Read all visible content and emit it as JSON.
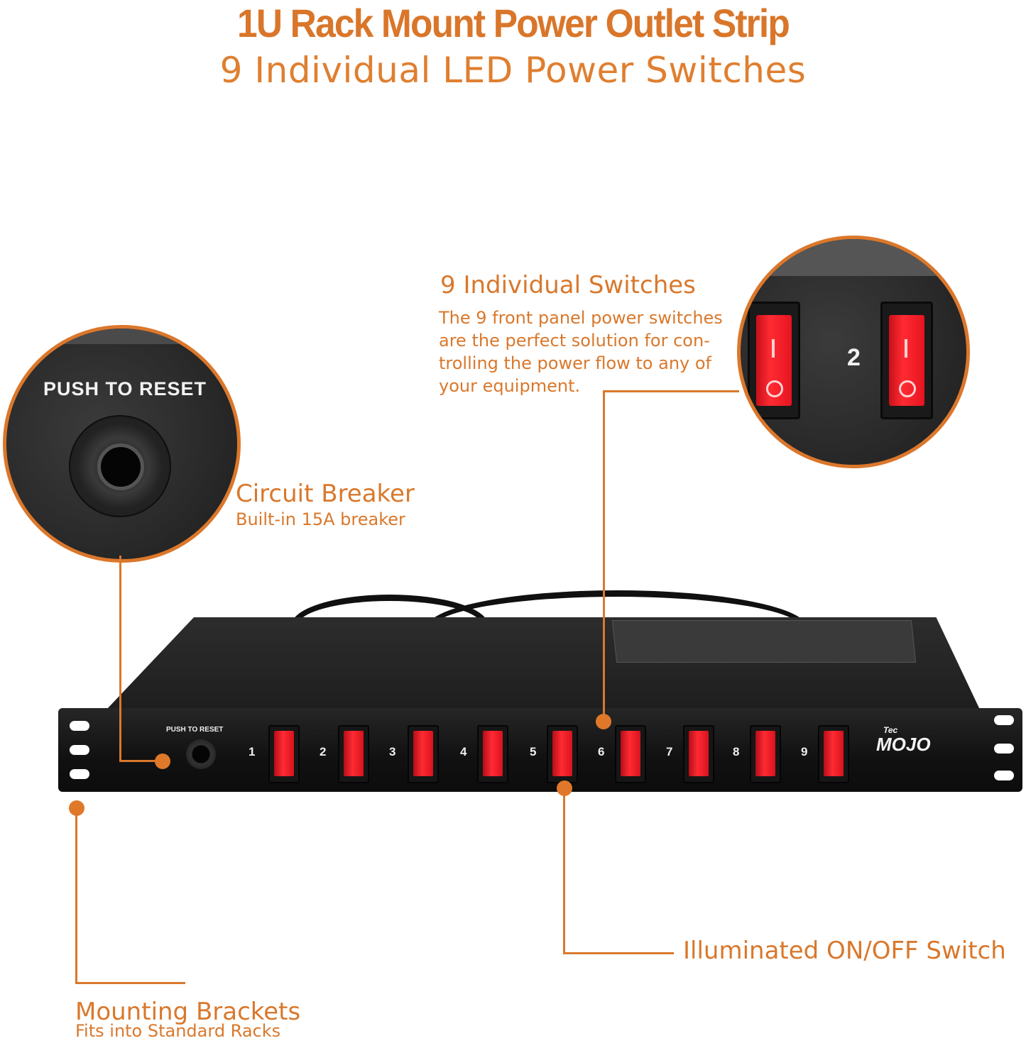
{
  "header": {
    "title": "1U Rack Mount Power Outlet Strip",
    "subtitle": "9 Individual LED Power Switches"
  },
  "callouts": {
    "switches": {
      "heading": "9 Individual Switches",
      "description": "The 9 front panel power switches are the perfect solution for con-trolling the power flow to any of your equipment."
    },
    "breaker": {
      "heading": "Circuit Breaker",
      "description": "Built-in 15A breaker"
    },
    "illuminated": {
      "heading": "Illuminated ON/OFF Switch"
    },
    "brackets": {
      "heading": "Mounting Brackets",
      "description": "Fits into Standard Racks"
    }
  },
  "zoom_reset": {
    "label": "PUSH TO RESET"
  },
  "zoom_switches": {
    "number": "2"
  },
  "device": {
    "reset_label": "PUSH TO RESET",
    "switch_numbers": [
      "1",
      "2",
      "3",
      "4",
      "5",
      "6",
      "7",
      "8",
      "9"
    ],
    "brand_small": "Tec",
    "brand": "MOJO"
  },
  "colors": {
    "accent": "#d9782c",
    "switch_red": "#ff2a33",
    "chassis": "#1a1a1a"
  }
}
